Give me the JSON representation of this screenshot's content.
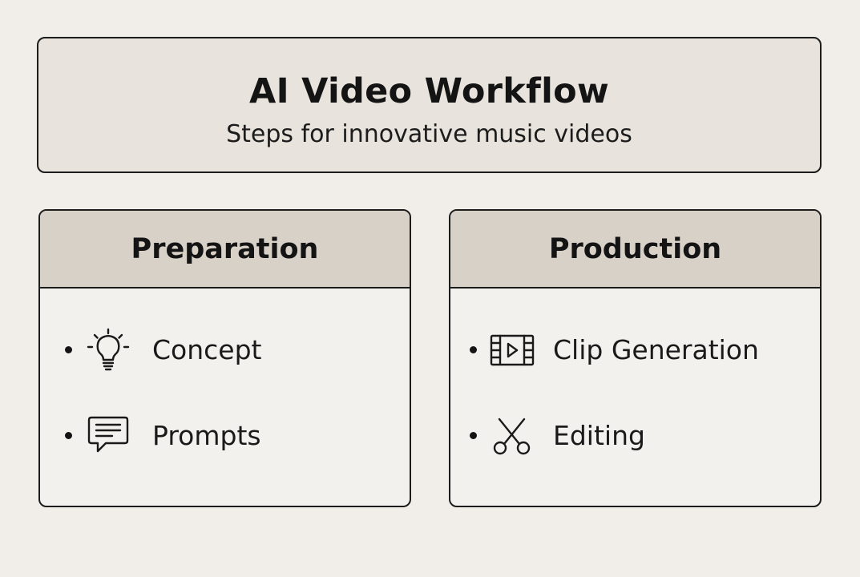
{
  "header": {
    "title": "AI Video Workflow",
    "subtitle": "Steps for innovative music videos"
  },
  "panels": [
    {
      "title": "Preparation",
      "items": [
        {
          "label": "Concept",
          "icon": "lightbulb-icon"
        },
        {
          "label": "Prompts",
          "icon": "speech-bubble-icon"
        }
      ]
    },
    {
      "title": "Production",
      "items": [
        {
          "label": "Clip Generation",
          "icon": "film-strip-play-icon"
        },
        {
          "label": "Editing",
          "icon": "scissors-icon"
        }
      ]
    }
  ],
  "colors": {
    "background": "#f1eee9",
    "header_fill": "#e8e3dc",
    "panel_header_fill": "#d8d1c7",
    "panel_body_fill": "#f3f1ed",
    "stroke": "#1c1c1c"
  }
}
